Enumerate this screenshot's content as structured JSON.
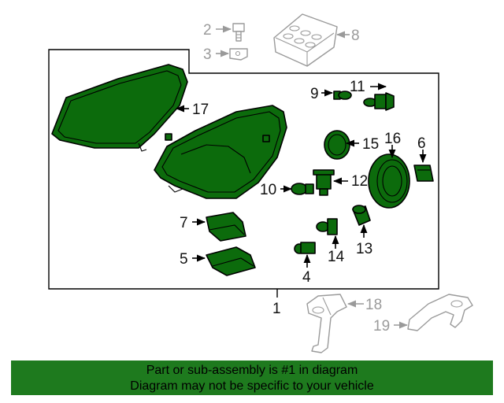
{
  "diagram": {
    "part_labels": {
      "p1": "1",
      "p2": "2",
      "p3": "3",
      "p4": "4",
      "p5": "5",
      "p6": "6",
      "p7": "7",
      "p8": "8",
      "p9": "9",
      "p10": "10",
      "p11": "11",
      "p12": "12",
      "p13": "13",
      "p14": "14",
      "p15": "15",
      "p16": "16",
      "p17": "17",
      "p18": "18",
      "p19": "19"
    },
    "colors": {
      "part_fill": "#0c6b0c",
      "ghost_stroke": "#9a9a9a",
      "footer_bg": "#1e7a1e"
    }
  },
  "footer": {
    "line1": "Part or sub-assembly is #1 in diagram",
    "line2": "Diagram may not be specific to your vehicle"
  }
}
